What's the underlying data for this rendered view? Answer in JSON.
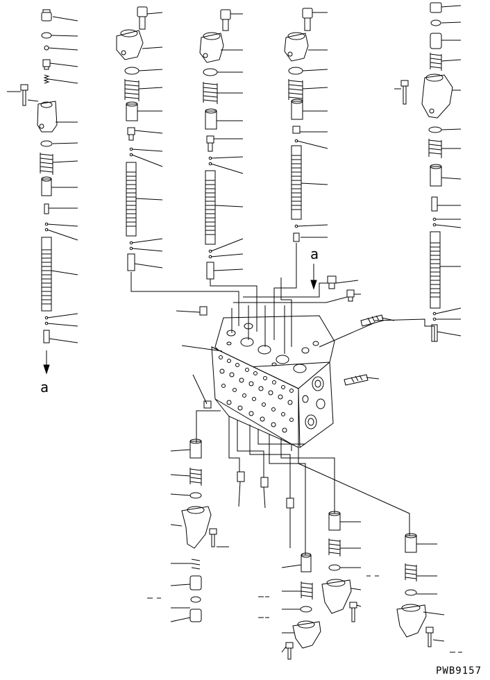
{
  "drawing": {
    "code": "PWB9157",
    "connector_reference_top": "a",
    "connector_reference_bottom": "a"
  },
  "colors": {
    "line": "#000000",
    "background": "#ffffff"
  }
}
